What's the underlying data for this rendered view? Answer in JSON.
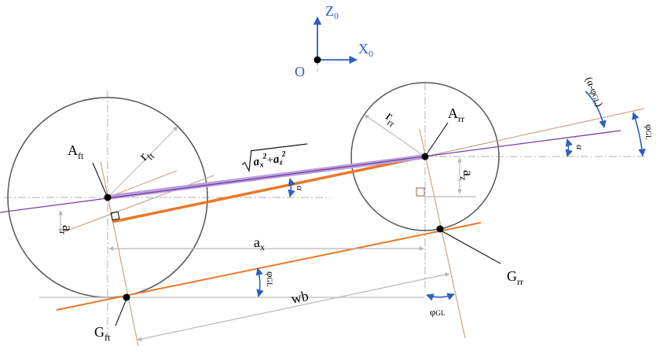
{
  "labels": {
    "origin": "O",
    "x0_main": "X",
    "x0_sub": "0",
    "z0_main": "Z",
    "z0_sub": "0",
    "a_ft_main": "A",
    "a_ft_sub": "ft",
    "a_rr_main": "A",
    "a_rr_sub": "rr",
    "g_ft_main": "G",
    "g_ft_sub": "ft",
    "g_rr_main": "G",
    "g_rr_sub": "rr",
    "r_ft_main": "r",
    "r_ft_sub": "ft",
    "r_rr_main": "r",
    "r_rr_sub": "rr",
    "a_r_main": "a",
    "a_r_sub": "r",
    "a_z_main": "a",
    "a_z_sub": "z",
    "a_x_main": "a",
    "a_x_sub": "x",
    "wb": "wb",
    "alpha": "α",
    "phi_main": "φ",
    "phi_sub": "GL",
    "alpha_minus_phi": "(α-φ",
    "alpha_minus_phi_sub": "GL",
    "alpha_minus_phi_close": ")",
    "sqrt_expr": "a",
    "sqrt_x": "x",
    "sqrt_z": "z",
    "sqrt_2": "2",
    "sqrt_plus": "+"
  },
  "colors": {
    "axis_blue": "#2e5fbf",
    "orange": "#e8792a",
    "purple": "#7a3fa8",
    "tan": "#c8a58c",
    "gray": "#bcbcbc",
    "circle": "#555555"
  }
}
